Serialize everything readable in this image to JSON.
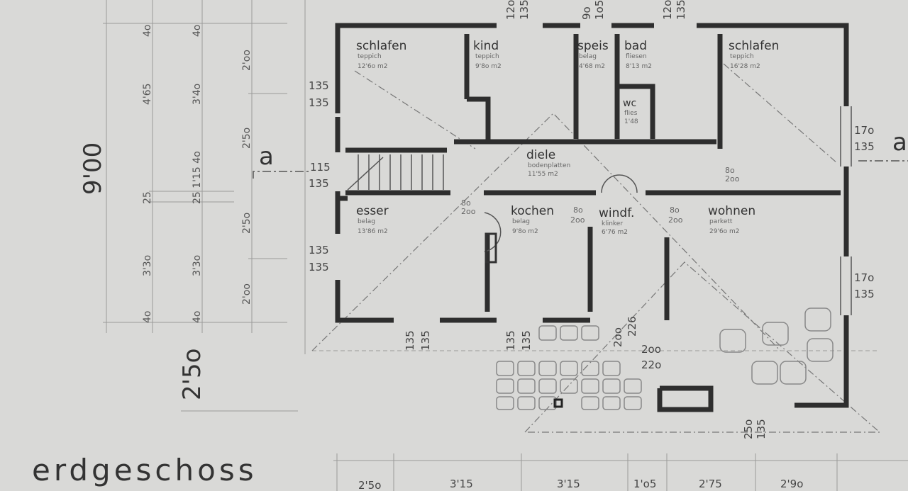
{
  "title": "erdgeschoss",
  "section_marker": "a",
  "rooms": [
    {
      "name": "schlafen",
      "floor": "teppich",
      "area": "12'6o m2"
    },
    {
      "name": "kind",
      "floor": "teppich",
      "area": "9'8o m2"
    },
    {
      "name": "speis",
      "floor": "belag",
      "area": "4'68 m2"
    },
    {
      "name": "bad",
      "floor": "fliesen",
      "area": "8'13 m2"
    },
    {
      "name": "schlafen",
      "floor": "teppich",
      "area": "16'28 m2"
    },
    {
      "name": "wc",
      "floor": "flies",
      "area": "1'48"
    },
    {
      "name": "diele",
      "floor": "bodenplatten",
      "area": "11'55 m2"
    },
    {
      "name": "esser",
      "floor": "belag",
      "area": "13'86 m2"
    },
    {
      "name": "kochen",
      "floor": "belag",
      "area": "9'8o m2"
    },
    {
      "name": "windf.",
      "floor": "klinker",
      "area": "6'76 m2"
    },
    {
      "name": "wohnen",
      "floor": "parkett",
      "area": "29'6o m2"
    }
  ],
  "dimensions": {
    "overall_depth": "9'00",
    "terrace_depth": "2'5o",
    "left_col1": [
      "4o",
      "4'65",
      "25",
      "3'3o",
      "4o"
    ],
    "left_col2": [
      "4o",
      "3'4o",
      "25 1'15 4o",
      "3'3o",
      "4o"
    ],
    "left_col3": [
      "2'oo",
      "2'5o",
      "2'5o",
      "2'oo"
    ],
    "window_left": [
      "135",
      "135",
      "115",
      "135",
      "135",
      "135"
    ],
    "window_right": [
      "17o",
      "135",
      "17o",
      "135"
    ],
    "window_top": [
      "12o",
      "135",
      "9o",
      "1o5",
      "12o",
      "135"
    ],
    "window_bottom": [
      "135",
      "135",
      "135",
      "135",
      "2oo",
      "226",
      "2oo",
      "22o",
      "25o",
      "135"
    ],
    "doors": [
      "8o",
      "2oo",
      "8o",
      "2oo",
      "8o",
      "2oo",
      "8o",
      "2oo"
    ],
    "bottom": [
      "2'5o",
      "3'15",
      "3'15",
      "1'o5",
      "2'75",
      "2'9o"
    ]
  }
}
